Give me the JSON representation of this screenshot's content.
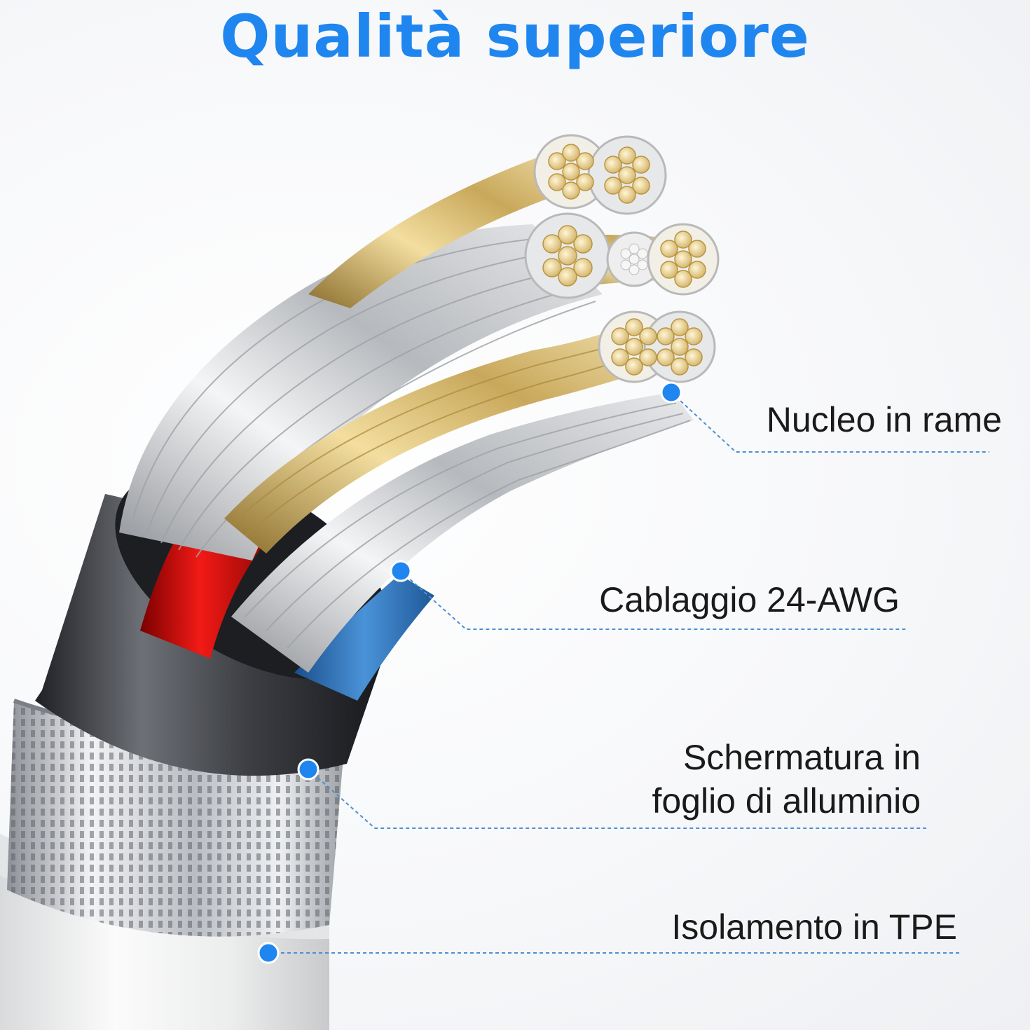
{
  "title": "Qualità superiore",
  "accent_color": "#1f86ef",
  "callouts": [
    {
      "lines": [
        "Nucleo in rame"
      ]
    },
    {
      "lines": [
        "Cablaggio 24-AWG"
      ]
    },
    {
      "lines": [
        "Schermatura in",
        "foglio di alluminio"
      ]
    },
    {
      "lines": [
        "Isolamento in TPE"
      ]
    }
  ]
}
